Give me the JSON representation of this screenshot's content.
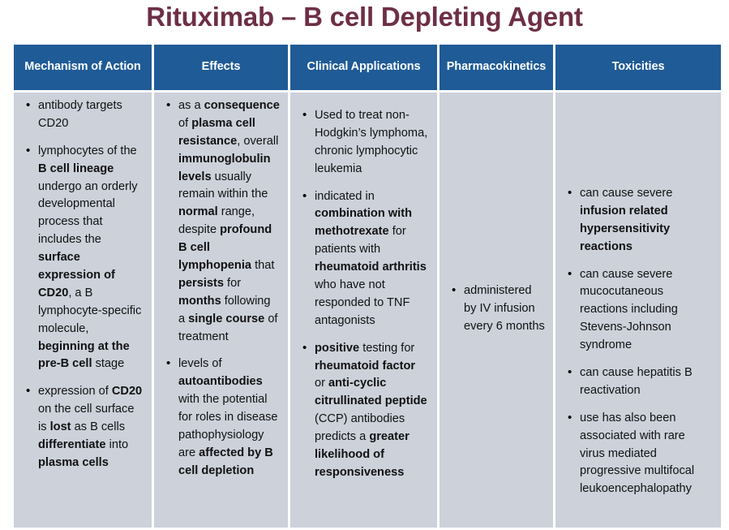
{
  "title": "Rituximab – B cell Depleting Agent",
  "colors": {
    "title": "#6d2f46",
    "header_bg": "#1f5b96",
    "header_text": "#ffffff",
    "cell_bg": "#ccd1da",
    "body_text": "#111111",
    "page_bg": "#ffffff"
  },
  "table": {
    "headers": [
      "Mechanism of Action",
      "Effects",
      "Clinical Applications",
      "Pharmacokinetics",
      "Toxicities"
    ],
    "columns": [
      {
        "name": "mechanism-of-action",
        "bullets": [
          "antibody targets CD20",
          "lymphocytes of the <b>B cell lineage</b> undergo an orderly developmental process that includes the <b>surface expression of CD20</b>, a B lymphocyte-specific molecule, <b>beginning at the pre-B cell</b> stage",
          "expression of <b>CD20</b> on the cell surface is <b>lost</b> as B cells <b>differentiate</b> into <b>plasma cells</b>"
        ]
      },
      {
        "name": "effects",
        "bullets": [
          "as a <b>consequence</b> of <b>plasma cell resistance</b>, overall <b>immunoglobulin levels</b> usually remain within the <b>normal</b> range, despite <b>profound B cell lymphopenia</b> that <b>persists</b> for <b>months</b> following a <b>single course</b> of treatment",
          "levels of <b>autoantibodies</b> with the potential for roles in disease pathophysiology are <b>affected by B cell depletion</b>"
        ]
      },
      {
        "name": "clinical-applications",
        "bullets": [
          "Used to treat non-Hodgkin’s lymphoma, chronic lymphocytic leukemia",
          "indicated in <b>combination with methotrexate</b> for patients with <b>rheumatoid arthritis</b> who have not responded to TNF antagonists",
          "<b>positive</b> testing for <b>rheumatoid factor</b> or <b>anti-cyclic citrullinated peptide</b> (CCP) antibodies predicts a <b>greater likelihood of responsiveness</b>"
        ]
      },
      {
        "name": "pharmacokinetics",
        "bullets": [
          "administered by IV infusion every 6 months"
        ]
      },
      {
        "name": "toxicities",
        "bullets": [
          "can cause severe <b>infusion related hypersensitivity reactions</b>",
          "can cause severe mucocutaneous reactions including Stevens-Johnson syndrome",
          "can cause hepatitis B reactivation",
          "use has also been associated with rare virus mediated progressive multifocal leukoencephalopathy"
        ]
      }
    ]
  }
}
